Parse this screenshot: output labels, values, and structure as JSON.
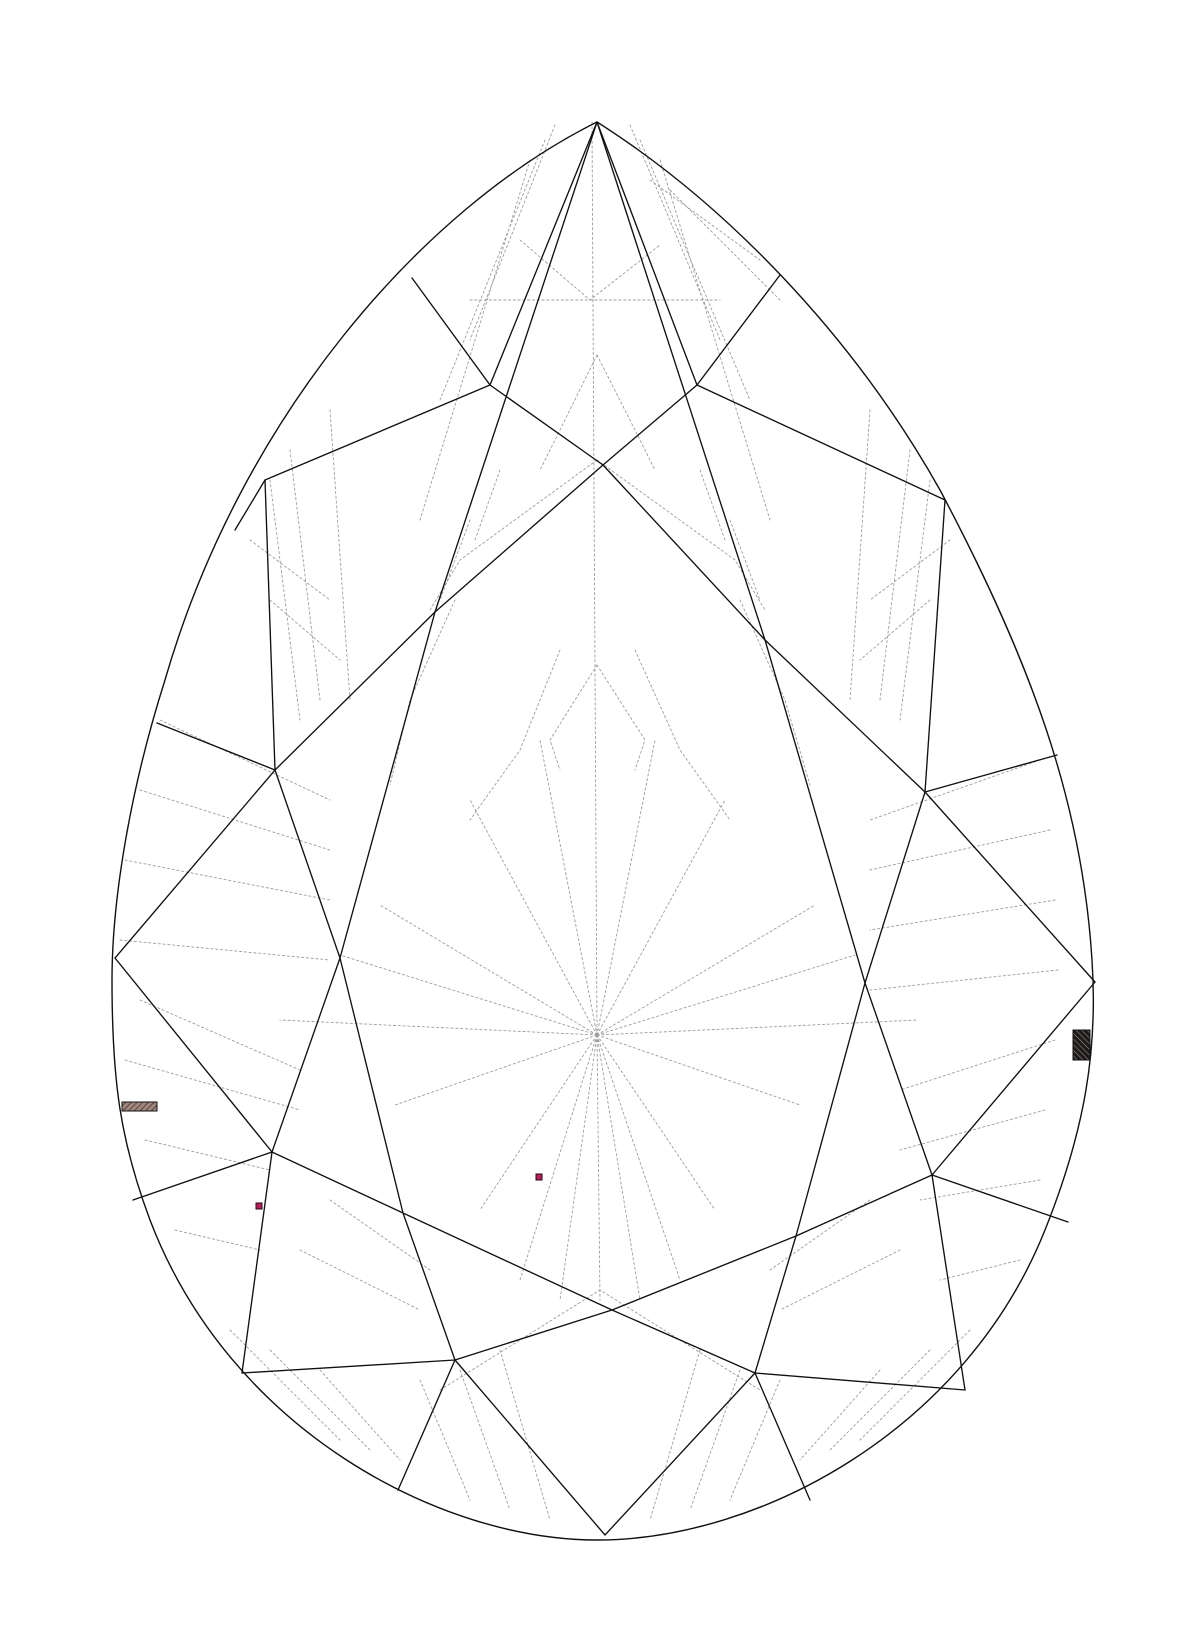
{
  "diagram": {
    "shape": "pear",
    "line_color": "#111111",
    "reflection_line_color": "#9c9c9c",
    "background_color": "#ffffff"
  },
  "inclusions": [
    {
      "name": "crystal-inclusion",
      "color": "#c2185b"
    },
    {
      "name": "crystal-inclusion",
      "color": "#c2185b"
    },
    {
      "name": "feather-inclusion",
      "color": "#8d6e63"
    },
    {
      "name": "feather-inclusion",
      "color": "#5d4037"
    }
  ]
}
